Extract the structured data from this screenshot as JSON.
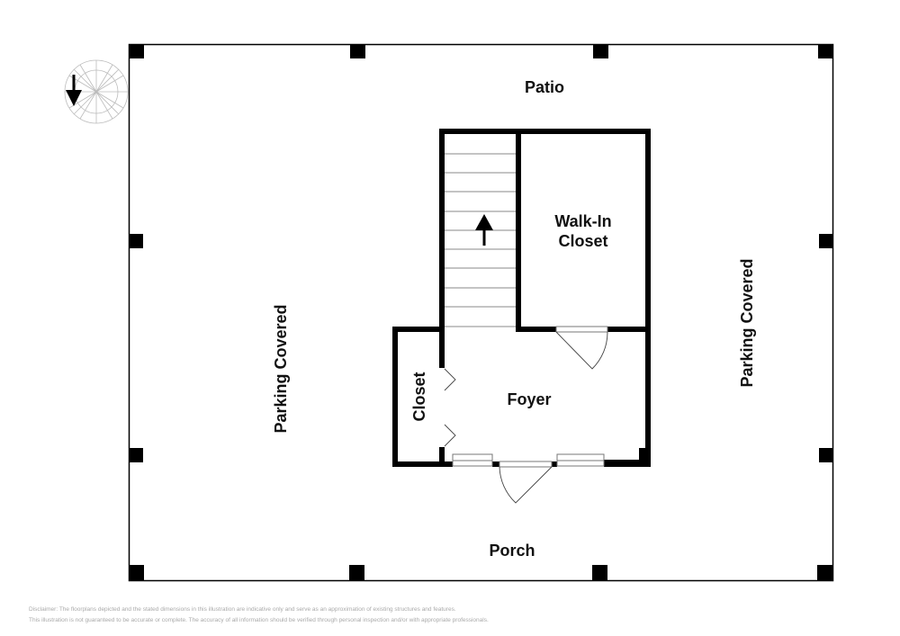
{
  "rooms": {
    "patio": "Patio",
    "porch": "Porch",
    "parking_left": "Parking Covered",
    "parking_right": "Parking Covered",
    "walk_in_closet_line1": "Walk-In",
    "walk_in_closet_line2": "Closet",
    "foyer": "Foyer",
    "closet": "Closet"
  },
  "disclaimer": {
    "line1": "Disclaimer: The floorplans depicted and the stated dimensions in this illustration are indicative only and serve as an approximation of existing structures and features.",
    "line2": "This illustration is not guaranteed to be accurate or complete. The accuracy of all information should be verified through personal inspection and/or with appropriate professionals."
  }
}
